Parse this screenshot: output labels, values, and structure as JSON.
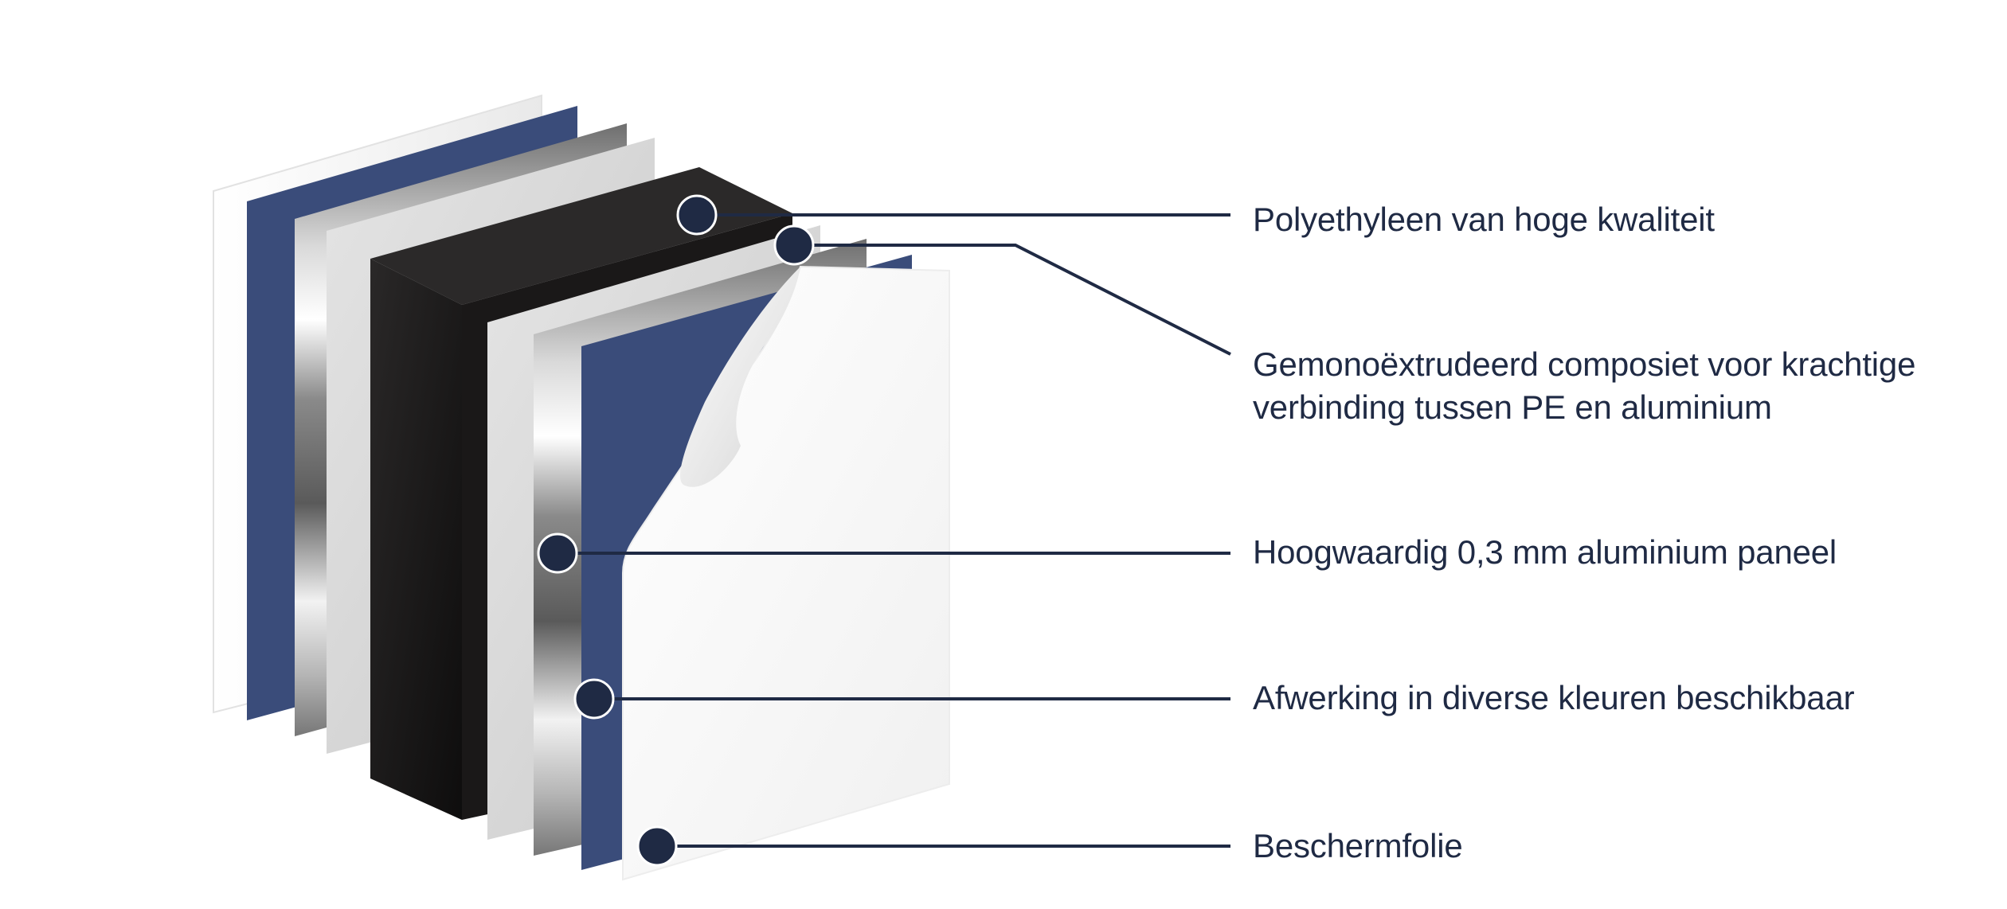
{
  "labels": {
    "polyethylene": "Polyethyleen van hoge kwaliteit",
    "composite_line1": "Gemonoëxtrudeerd composiet voor krachtige",
    "composite_line2": "verbinding tussen PE en aluminium",
    "aluminium": "Hoogwaardig 0,3 mm aluminium paneel",
    "finish": "Afwerking in diverse kleuren beschikbaar",
    "film": "Beschermfolie"
  },
  "colors": {
    "accent_blue": "#3a4c7a",
    "marker": "#1f2a44",
    "core_black": "#151313",
    "text": "#1f2a44"
  }
}
